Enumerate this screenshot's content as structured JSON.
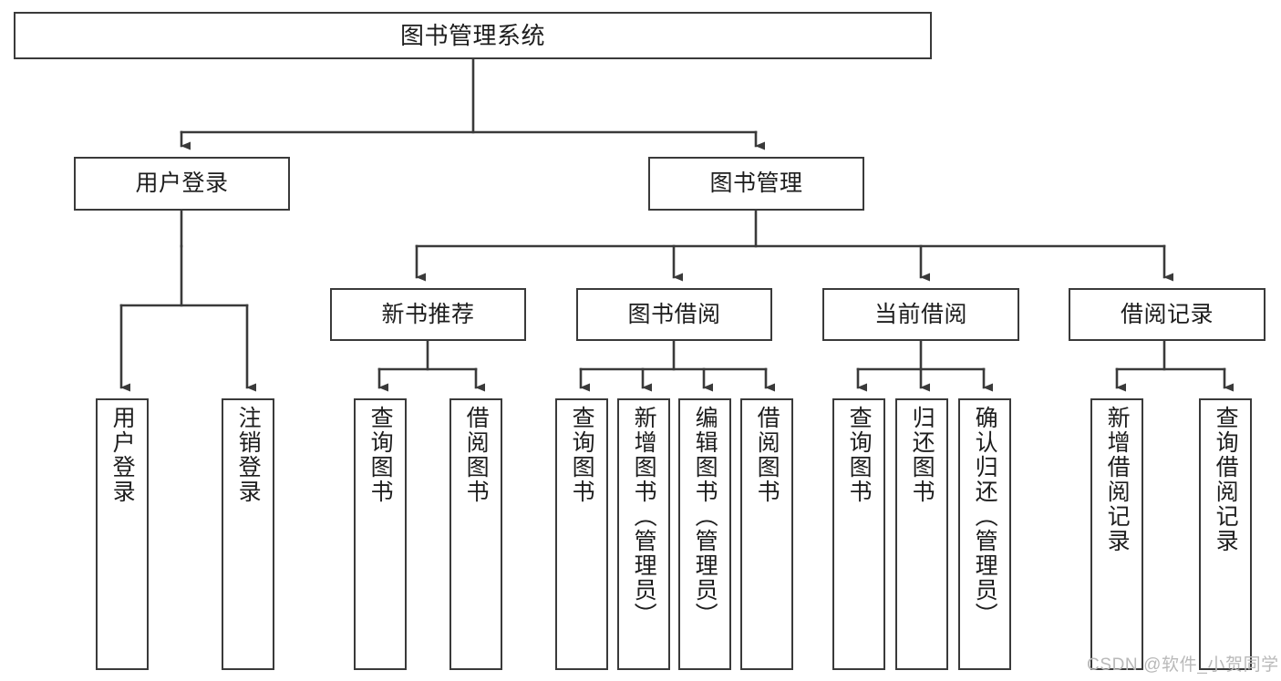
{
  "diagram": {
    "title": "图书管理系统",
    "type": "tree-hierarchy",
    "watermark": "CSDN @软件_小贺同学",
    "colors": {
      "box_border": "#3a3a3a",
      "box_fill": "#ffffff",
      "connector": "#3a3a3a",
      "text": "#1d1d1d",
      "watermark": "#b9b9b9",
      "background": "#ffffff"
    },
    "levels": [
      {
        "level": 0,
        "nodes": [
          {
            "id": "root",
            "label": "图书管理系统",
            "orientation": "horizontal"
          }
        ]
      },
      {
        "level": 1,
        "nodes": [
          {
            "id": "user-login",
            "label": "用户登录",
            "orientation": "horizontal",
            "parent": "root"
          },
          {
            "id": "book-manage",
            "label": "图书管理",
            "orientation": "horizontal",
            "parent": "root"
          }
        ]
      },
      {
        "level": 2,
        "nodes": [
          {
            "id": "new-book-rec",
            "label": "新书推荐",
            "orientation": "horizontal",
            "parent": "book-manage"
          },
          {
            "id": "book-borrow",
            "label": "图书借阅",
            "orientation": "horizontal",
            "parent": "book-manage"
          },
          {
            "id": "current-borrow",
            "label": "当前借阅",
            "orientation": "horizontal",
            "parent": "book-manage"
          },
          {
            "id": "borrow-record",
            "label": "借阅记录",
            "orientation": "horizontal",
            "parent": "book-manage"
          }
        ]
      },
      {
        "level": 3,
        "nodes": [
          {
            "id": "leaf-user-login",
            "label": "用户登录",
            "orientation": "vertical",
            "parent": "user-login"
          },
          {
            "id": "leaf-logout-login",
            "label": "注销登录",
            "orientation": "vertical",
            "parent": "user-login"
          },
          {
            "id": "leaf-query-book-1",
            "label": "查询图书",
            "orientation": "vertical",
            "parent": "new-book-rec"
          },
          {
            "id": "leaf-borrow-book-1",
            "label": "借阅图书",
            "orientation": "vertical",
            "parent": "new-book-rec"
          },
          {
            "id": "leaf-query-book-2",
            "label": "查询图书",
            "orientation": "vertical",
            "parent": "book-borrow"
          },
          {
            "id": "leaf-add-book",
            "label": "新增图书（管理员）",
            "orientation": "vertical",
            "parent": "book-borrow"
          },
          {
            "id": "leaf-edit-book",
            "label": "编辑图书（管理员）",
            "orientation": "vertical",
            "parent": "book-borrow"
          },
          {
            "id": "leaf-borrow-book-2",
            "label": "借阅图书",
            "orientation": "vertical",
            "parent": "book-borrow"
          },
          {
            "id": "leaf-query-book-3",
            "label": "查询图书",
            "orientation": "vertical",
            "parent": "current-borrow"
          },
          {
            "id": "leaf-return-book",
            "label": "归还图书",
            "orientation": "vertical",
            "parent": "current-borrow"
          },
          {
            "id": "leaf-confirm-return",
            "label": "确认归还（管理员）",
            "orientation": "vertical",
            "parent": "current-borrow"
          },
          {
            "id": "leaf-add-record",
            "label": "新增借阅记录",
            "orientation": "vertical",
            "parent": "borrow-record"
          },
          {
            "id": "leaf-query-record",
            "label": "查询借阅记录",
            "orientation": "vertical",
            "parent": "borrow-record"
          }
        ]
      }
    ]
  }
}
